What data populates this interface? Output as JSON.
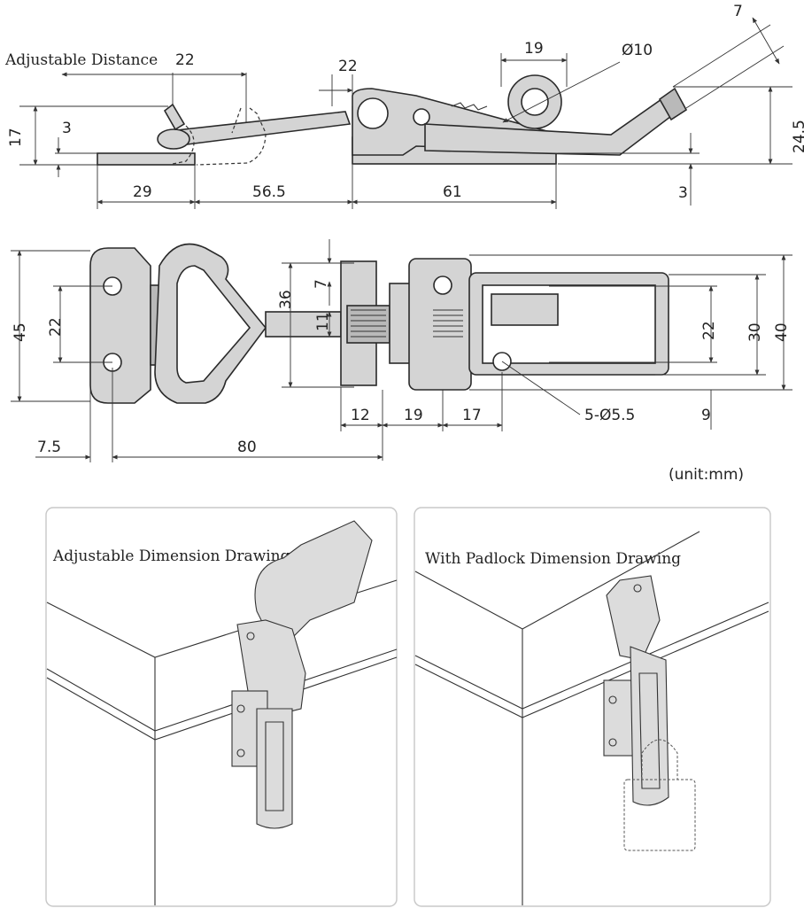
{
  "side_view": {
    "title": "Adjustable Distance",
    "labels": {
      "adjustable": "22",
      "top_22": "22",
      "top_19": "19",
      "dia10": "Ø10",
      "top_7": "7",
      "left_17": "17",
      "left_3": "3",
      "right_24_5": "24.5",
      "right_3": "3",
      "bottom_29": "29",
      "bottom_56_5": "56.5",
      "bottom_61": "61"
    }
  },
  "top_view": {
    "labels": {
      "left_45": "45",
      "left_22": "22",
      "mid_36": "36",
      "mid_7": "7",
      "mid_11": "11",
      "right_22": "22",
      "right_30": "30",
      "right_40": "40",
      "right_9": "9",
      "bottom_12": "12",
      "bottom_19": "19",
      "bottom_17": "17",
      "holes": "5-Ø5.5",
      "bottom_7_5": "7.5",
      "bottom_80": "80"
    },
    "unit": "(unit:mm)"
  },
  "panels": {
    "left_title": "Adjustable Dimension Drawing",
    "right_title": "With Padlock Dimension Drawing"
  }
}
